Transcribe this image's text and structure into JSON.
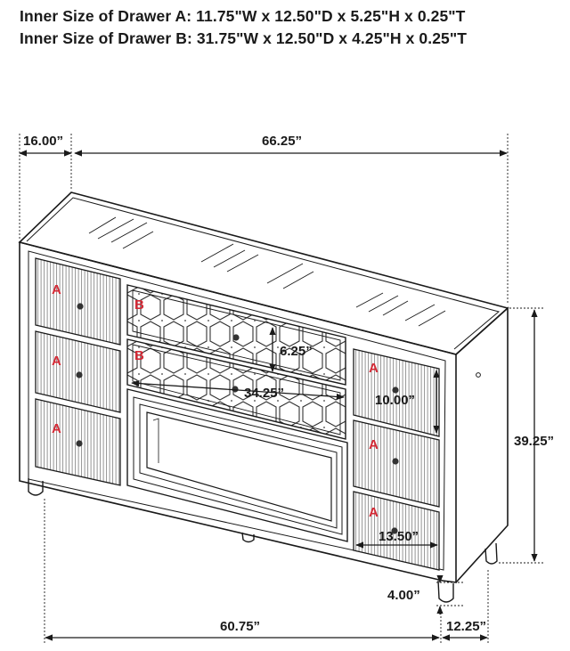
{
  "header": {
    "line_a": "Inner Size of Drawer A: 11.75\"W x 12.50\"D x 5.25\"H x 0.25\"T",
    "line_b": "Inner Size of Drawer B: 31.75\"W x 12.50\"D x 4.25\"H x 0.25\"T"
  },
  "dimensions": {
    "side_depth": "16.00”",
    "top_width": "66.25”",
    "overall_height": "39.25”",
    "drawer_b_height": "6.25”",
    "drawer_b_width": "34.25”",
    "drawer_a_height": "10.00”",
    "drawer_a_width": "13.50”",
    "leg_height": "4.00”",
    "bottom_width": "60.75”",
    "leg_depth": "12.25”"
  },
  "drawer_labels": {
    "a": "A",
    "b": "B"
  },
  "colors": {
    "label": "#d42a36",
    "line": "#1a1a1a"
  }
}
